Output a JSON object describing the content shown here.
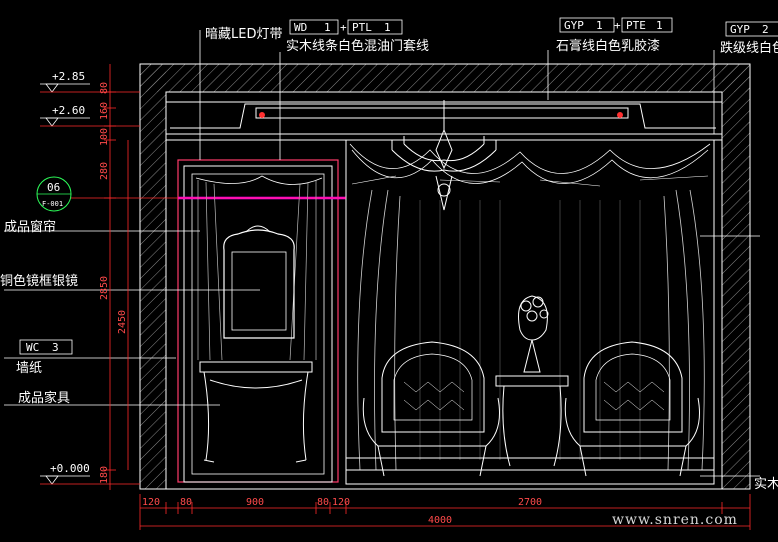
{
  "top_labels": {
    "led": "暗藏LED灯带",
    "wd_code": "WD",
    "wd_num": "1",
    "ptl_code": "PTL",
    "ptl_num": "1",
    "molding": "实木线条白色混油门套线",
    "gyp1_code": "GYP",
    "gyp1_num": "1",
    "pte_code": "PTE",
    "pte_num": "1",
    "plaster": "石膏线白色乳胶漆",
    "gyp2_code": "GYP",
    "gyp2_num": "2",
    "gypsum_board": "跌级线白色"
  },
  "left_labels": {
    "section_num": "06",
    "section_ref": "F-001",
    "curtain": "成品窗帘",
    "mirror": "铜色镜框银镜",
    "wc_code": "WC",
    "wc_num": "3",
    "wallpaper": "墙纸",
    "furniture": "成品家具"
  },
  "levels": [
    "+2.85",
    "+2.60",
    "+0.000"
  ],
  "vertical_dims": {
    "outer": [
      "80",
      "160",
      "100",
      "280",
      "2850",
      "180"
    ],
    "inner": [
      "2450"
    ]
  },
  "horizontal_dims": [
    "120",
    "80",
    "900",
    "80",
    "120",
    "2700",
    "4000"
  ],
  "right_label": "实木",
  "watermark": "www.snren.com",
  "colors": {
    "background": "#000000",
    "line": "#ffffff",
    "dim_line": "#ff2a2a",
    "door_frame": "#ff3b6b",
    "cut_line": "#ff00ff",
    "hatch": "#9a9a9a"
  }
}
